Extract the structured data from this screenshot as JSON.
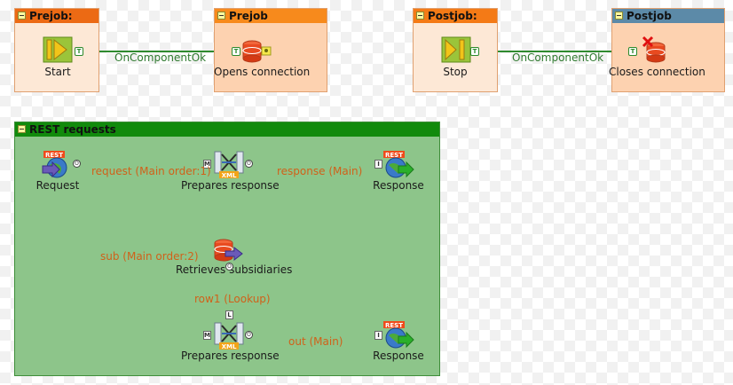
{
  "subjobs": {
    "prejob1": {
      "title": "Prejob:"
    },
    "prejob2": {
      "title": "Prejob"
    },
    "postjob1": {
      "title": "Postjob:"
    },
    "postjob2": {
      "title": "Postjob"
    },
    "rest": {
      "title": "REST requests"
    }
  },
  "components": {
    "start": "Start",
    "opens_connection": "Opens connection",
    "stop": "Stop",
    "closes_connection": "Closes connection",
    "request": "Request",
    "prepares_response_1": "Prepares response",
    "response_1": "Response",
    "retrieves_subsidiaries": "Retrieves subsidiaries",
    "prepares_response_2": "Prepares response",
    "response_2": "Response"
  },
  "links": {
    "on_component_ok_1": "OnComponentOk",
    "on_component_ok_2": "OnComponentOk",
    "request_main": "request (Main order:1)",
    "response_main": "response (Main)",
    "sub_main": "sub (Main order:2)",
    "row1_lookup": "row1 (Lookup)",
    "out_main": "out (Main)"
  },
  "badges": {
    "rest": "REST",
    "xml": "XML",
    "t": "T",
    "o": "O",
    "m": "M",
    "l": "L",
    "i": "I"
  },
  "icons": [
    "start-icon",
    "db-connection-icon",
    "stop-icon",
    "db-close-icon",
    "rest-request-icon",
    "xml-map-icon",
    "rest-response-icon",
    "db-input-icon"
  ],
  "colors": {
    "prejob_header": "#ec6a14",
    "prejob_header_2": "#f78a1c",
    "postjob_header_2": "#5c8aa8",
    "rest_header": "#118a0c",
    "rest_body": "#8dc58a",
    "trigger_link": "#2f8a2f",
    "main_link": "#e8711a"
  }
}
